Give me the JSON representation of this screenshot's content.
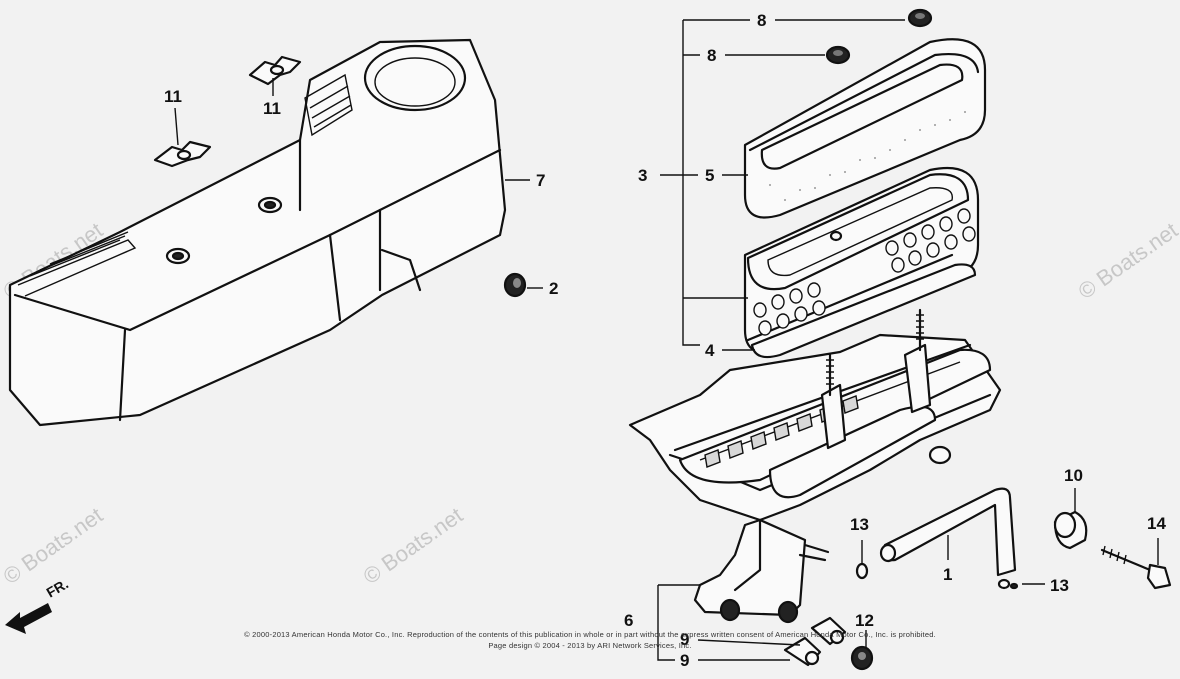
{
  "watermarks": [
    "© Boats.net",
    "© Boats.net",
    "© Boats.net",
    "© Boats.net",
    "© Boats.net"
  ],
  "front_marker": "FR.",
  "callouts": {
    "c1": "1",
    "c2": "2",
    "c3": "3",
    "c4": "4",
    "c5": "5",
    "c6": "6",
    "c7": "7",
    "c8a": "8",
    "c8b": "8",
    "c9a": "9",
    "c9b": "9",
    "c10": "10",
    "c11a": "11",
    "c11b": "11",
    "c12": "12",
    "c13a": "13",
    "c13b": "13",
    "c14": "14"
  },
  "footer": {
    "copyright": "© 2000-2013 American Honda Motor Co., Inc. Reproduction of the contents of this publication in whole or in part without the express written consent of American Honda Motor Co., Inc. is prohibited.",
    "page_design": "Page design © 2004 - 2013 by ARI Network Services, Inc."
  }
}
